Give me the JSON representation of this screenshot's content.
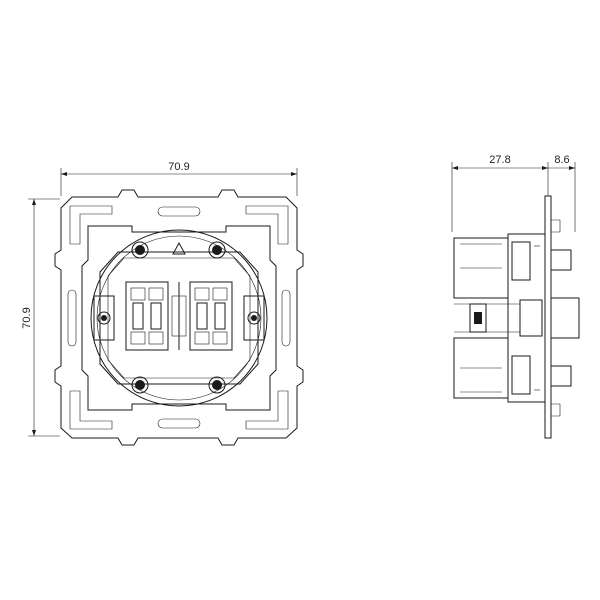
{
  "dimensions": {
    "front_width": "70.9",
    "front_height": "70.9",
    "side_depth": "27.8",
    "side_plate": "8.6"
  },
  "colors": {
    "line": "#1a1a1a",
    "background": "#ffffff"
  }
}
